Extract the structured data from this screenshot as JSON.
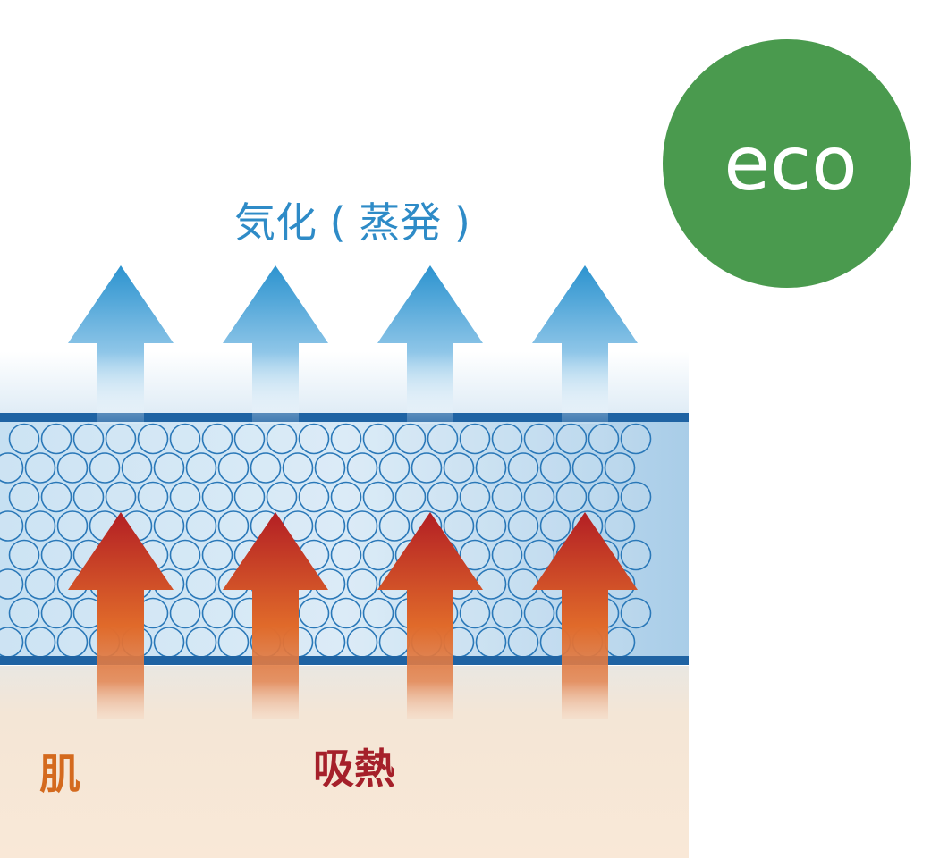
{
  "labels": {
    "evaporation": "気化 ( 蒸発 )",
    "skin": "肌",
    "heat_absorption": "吸熱"
  },
  "badge": {
    "text": "eco"
  },
  "arrows": {
    "evaporation_count": 4,
    "heat_count": 4
  },
  "colors": {
    "evaporation_text": "#2e8bc7",
    "skin_text": "#d46a1e",
    "heat_text": "#a5202a",
    "badge_fill": "#4a9a4e",
    "badge_text": "#ffffff",
    "fabric_border": "#1f63a3",
    "fabric_fill": "#b7d6ec",
    "fiber_stroke": "#2a78b8",
    "skin_fill": "#f9e7d6",
    "blue_arrow_top": "#2c93cf",
    "red_arrow_top": "#b31f24",
    "red_arrow_bottom": "#e06a2a"
  }
}
